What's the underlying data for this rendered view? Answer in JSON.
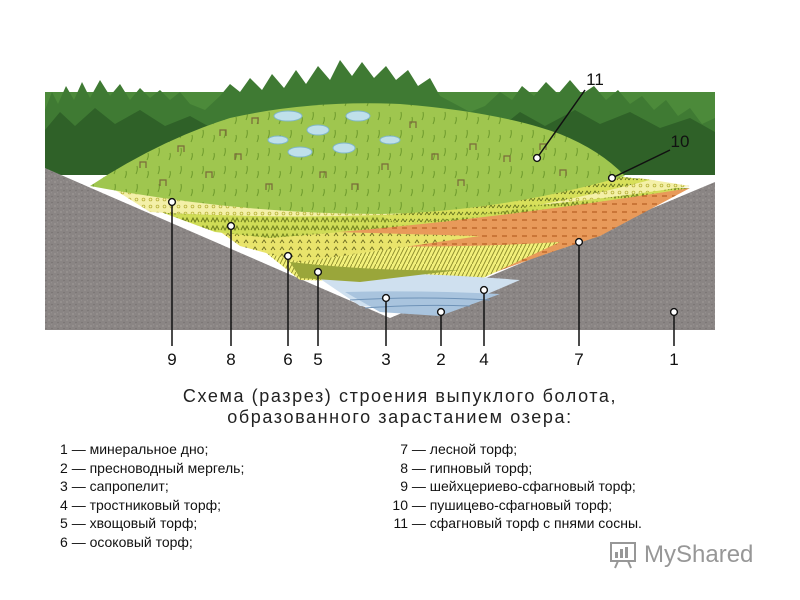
{
  "callouts": {
    "top": [
      {
        "n": "11"
      },
      {
        "n": "10"
      }
    ],
    "bottom": [
      {
        "n": "9"
      },
      {
        "n": "8"
      },
      {
        "n": "6"
      },
      {
        "n": "5"
      },
      {
        "n": "3"
      },
      {
        "n": "2"
      },
      {
        "n": "4"
      },
      {
        "n": "7"
      },
      {
        "n": "1"
      }
    ]
  },
  "title": {
    "line1": "Схема (разрез) строения выпуклого болота,",
    "line2": "образованного зарастанием озера:"
  },
  "legend": {
    "left": [
      {
        "num": "1",
        "text": "— минеральное дно;"
      },
      {
        "num": "2",
        "text": "— пресноводный мергель;"
      },
      {
        "num": "3",
        "text": "— сапропелит;"
      },
      {
        "num": "4",
        "text": "— тростниковый торф;"
      },
      {
        "num": "5",
        "text": "— хвощовый торф;"
      },
      {
        "num": "6",
        "text": "— осоковый торф;"
      }
    ],
    "right": [
      {
        "num": "7",
        "text": "— лесной торф;"
      },
      {
        "num": "8",
        "text": "— гипновый торф;"
      },
      {
        "num": "9",
        "text": "— шейхцериево-сфагновый торф;"
      },
      {
        "num": "10",
        "text": "— пушицево-сфагновый торф;"
      },
      {
        "num": "11",
        "text": "— сфагновый торф с пнями сосны."
      }
    ]
  },
  "watermark": {
    "text": "MyShared"
  },
  "colors": {
    "mineral": "#8a8584",
    "hill": "#9fc64f",
    "forest": "#3f7a33",
    "marl": "#a9c4de",
    "sapropel": "#cfe0ef",
    "reed": "#f2f07a",
    "horsetail": "#9aa63a",
    "sedge": "#e9e46b",
    "woodPeat": "#e89a5a",
    "hypnum": "#cfdc56",
    "scheuchzeria": "#f4f0a8",
    "cottongrass": "#d8e05a"
  }
}
